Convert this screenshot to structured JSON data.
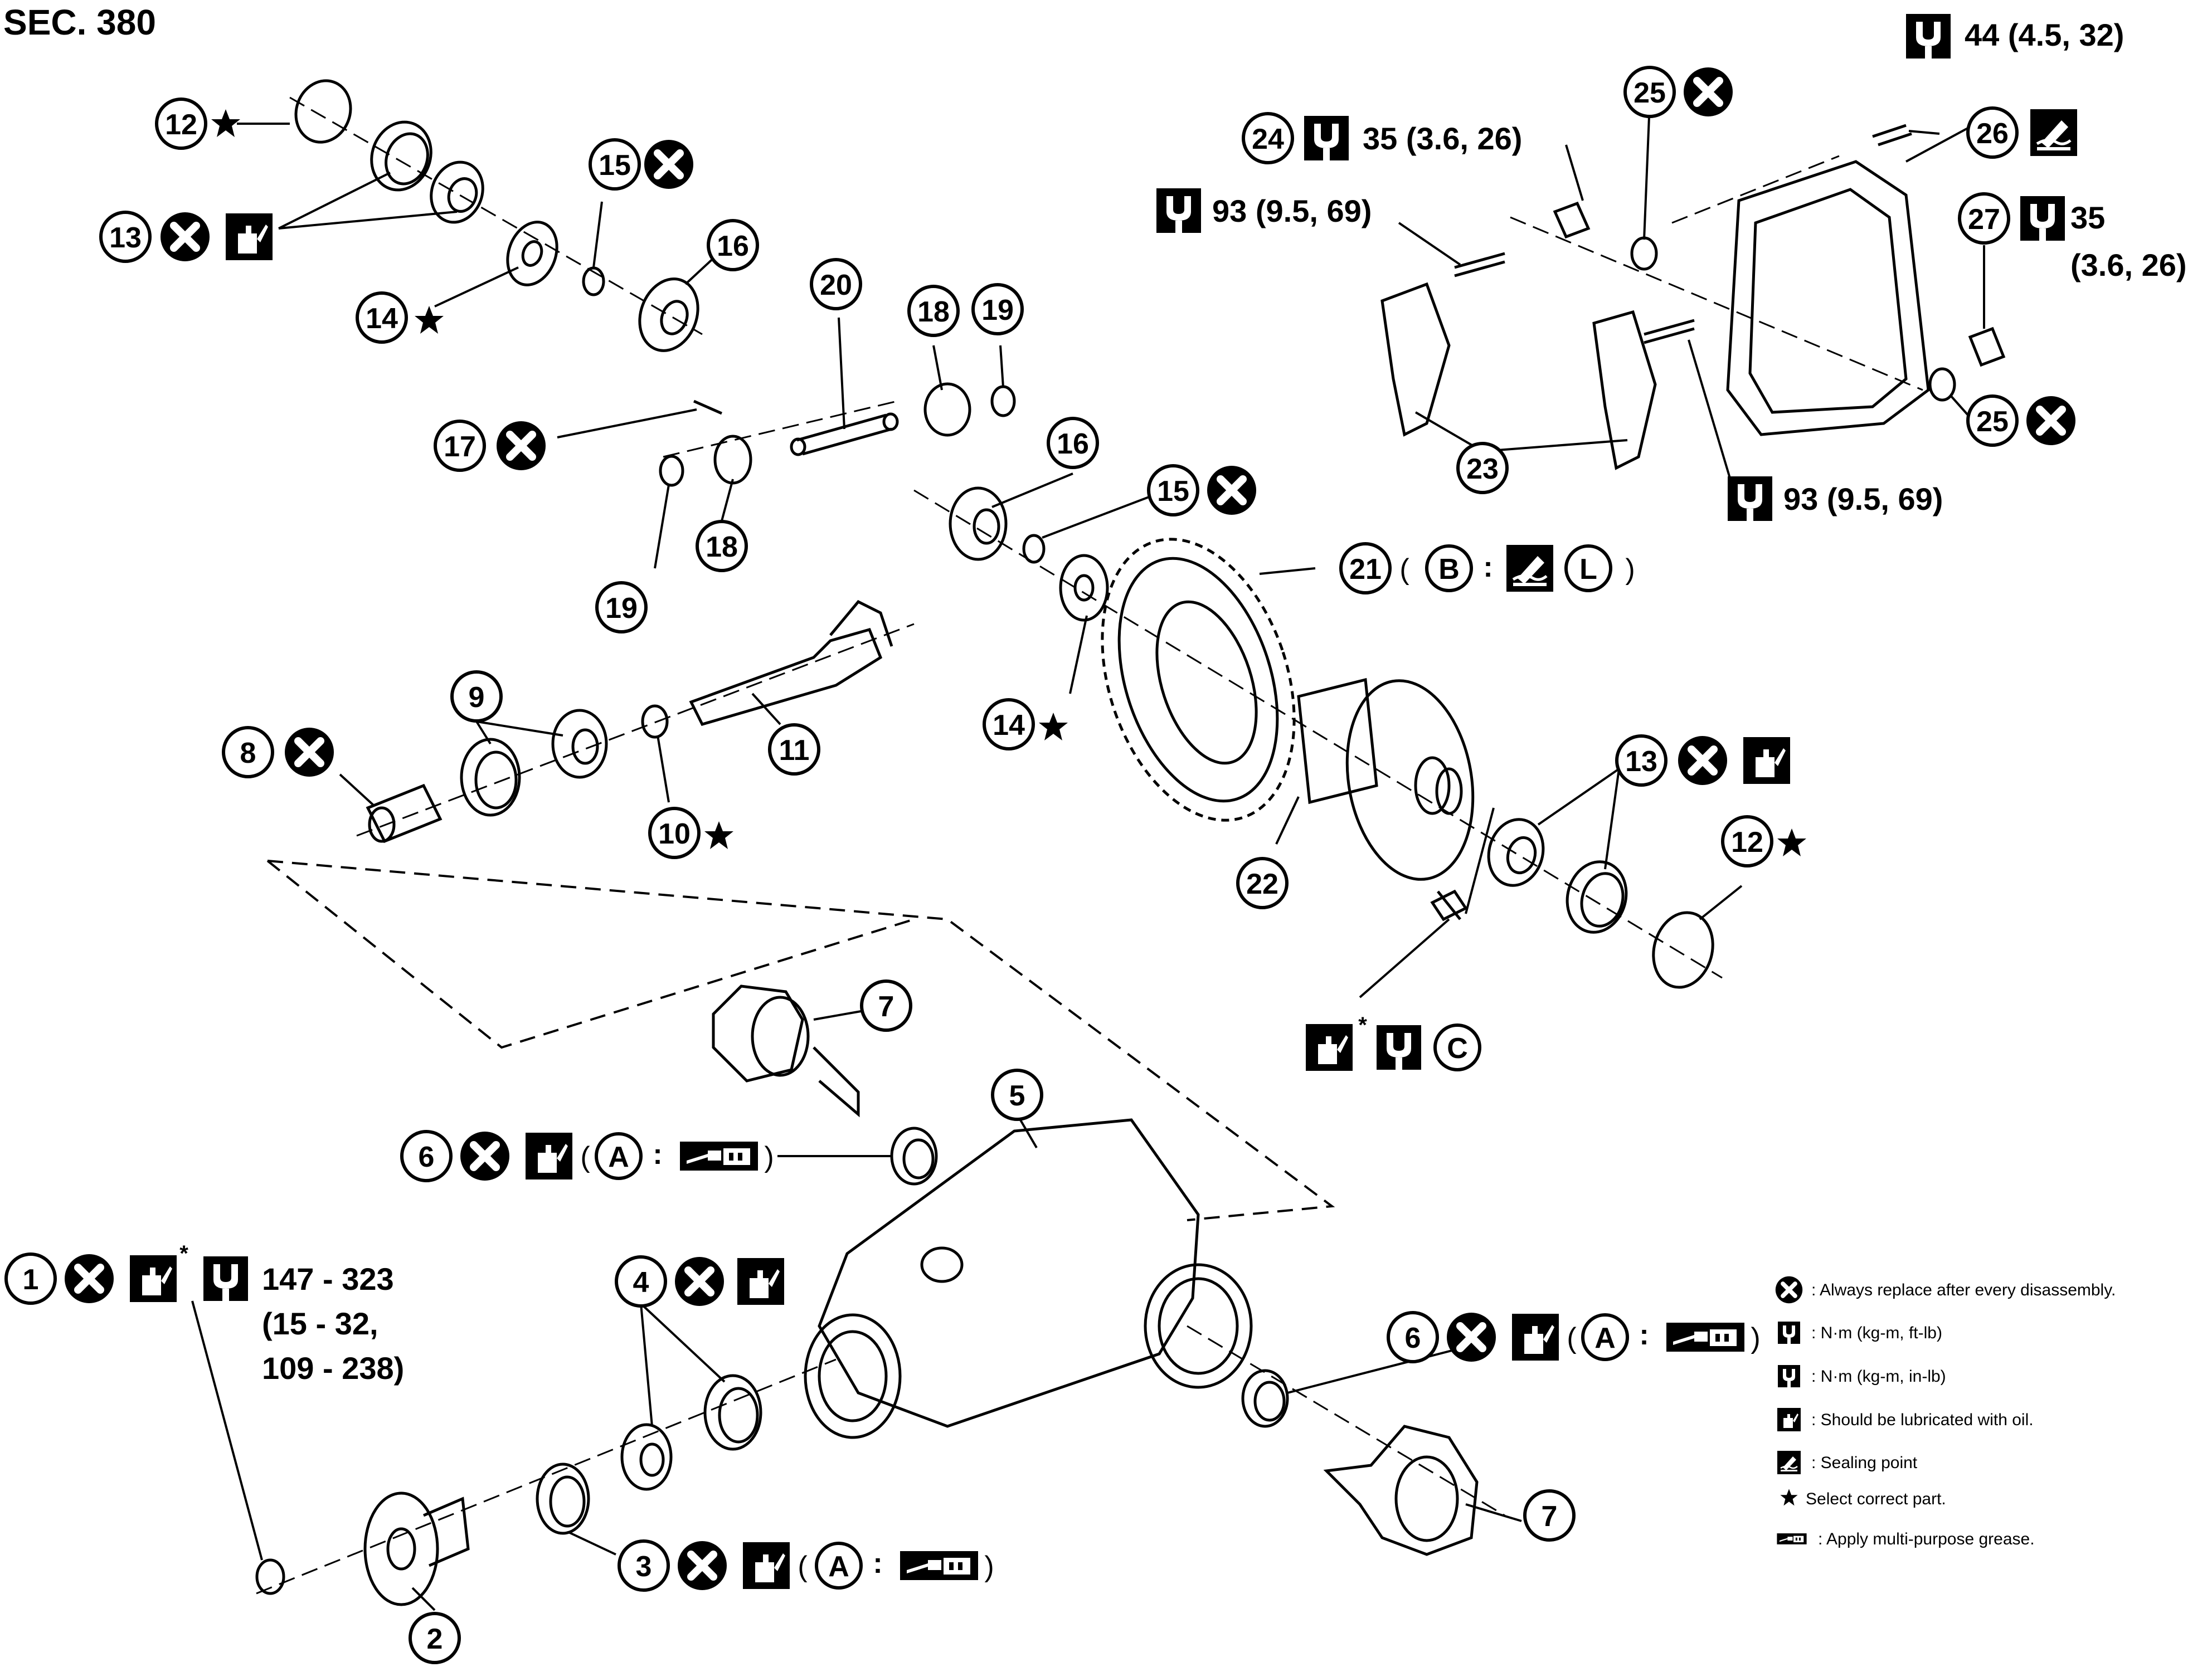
{
  "section_title": "SEC. 380",
  "symbols": {
    "replace": "replace-x-icon",
    "torque_ftlb": "torque-wrench-icon",
    "torque_inlb": "torque-wrench-inlb-icon",
    "oil": "oil-can-icon",
    "seal": "sealing-point-icon",
    "select_part": "star-icon",
    "grease": "grease-gun-icon"
  },
  "callouts": {
    "c1": "1",
    "c2": "2",
    "c3": "3",
    "c4": "4",
    "c5": "5",
    "c6a": "6",
    "c6b": "6",
    "c7a": "7",
    "c7b": "7",
    "c8": "8",
    "c9": "9",
    "c10": "10",
    "c11": "11",
    "c12a": "12",
    "c12b": "12",
    "c13a": "13",
    "c13b": "13",
    "c14a": "14",
    "c14b": "14",
    "c15a": "15",
    "c15b": "15",
    "c16a": "16",
    "c16b": "16",
    "c17": "17",
    "c18a": "18",
    "c18b": "18",
    "c19a": "19",
    "c19b": "19",
    "c20": "20",
    "c21": "21",
    "c22": "22",
    "c23": "23",
    "c24": "24",
    "c25a": "25",
    "c25b": "25",
    "c26": "26",
    "c27": "27"
  },
  "ref_letters": {
    "a1": "A",
    "a2": "A",
    "a3": "A",
    "b": "B",
    "c": "C",
    "l": "L"
  },
  "torques": {
    "t44": "44 (4.5, 32)",
    "t24": "35 (3.6, 26)",
    "t93_top": "93 (9.5, 69)",
    "t27_line1": "35",
    "t27_line2": "(3.6, 26)",
    "t93_bottom": "93 (9.5, 69)",
    "t1_line1": "147 - 323",
    "t1_line2": "(15 - 32,",
    "t1_line3": "109 - 238)"
  },
  "punct": {
    "open": "(",
    "close": ")",
    "colon": ":",
    "star": "★",
    "asterisk": "*"
  },
  "legend": [
    {
      "icon": "replace-x-icon",
      "text": ": Always replace after every disassembly."
    },
    {
      "icon": "torque-wrench-icon",
      "text": ": N·m (kg-m, ft-lb)"
    },
    {
      "icon": "torque-wrench-inlb-icon",
      "text": ": N·m (kg-m, in-lb)"
    },
    {
      "icon": "oil-can-icon",
      "text": ": Should be lubricated with oil."
    },
    {
      "icon": "sealing-point-icon",
      "text": ": Sealing point"
    },
    {
      "icon": "star-icon",
      "text": "Select correct part."
    },
    {
      "icon": "grease-gun-icon",
      "text": ": Apply multi-purpose grease."
    }
  ]
}
